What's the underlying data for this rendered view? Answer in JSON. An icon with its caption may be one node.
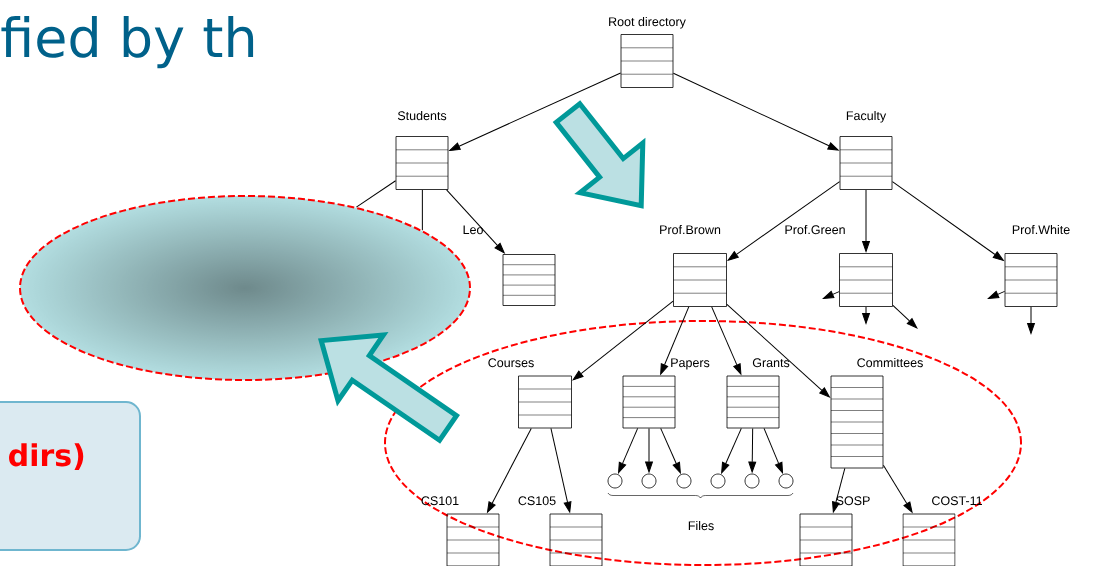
{
  "diagram": {
    "nodes": [
      {
        "text": [
          "Root directory"
        ]
      },
      {
        "text": [
          "Students"
        ]
      },
      {
        "text": [
          "Faculty"
        ]
      },
      {
        "text": [],
        "shape": "ellipse"
      },
      {
        "text": [
          "Leo"
        ]
      },
      {
        "text": [
          "Prof.Brown"
        ]
      },
      {
        "text": [
          "Prof.Green"
        ]
      },
      {
        "text": [
          "Prof.White"
        ]
      },
      {
        "text": [],
        "shape": "ellipse"
      },
      {
        "text": [
          "Courses"
        ],
        "in": 8
      },
      {
        "text": [
          "Papers"
        ],
        "in": 8
      },
      {
        "text": [
          "Grants"
        ],
        "in": 8
      },
      {
        "text": [
          "Committees"
        ],
        "in": 8
      },
      {
        "text": [],
        "shape": "circle",
        "in": 8
      },
      {
        "text": [],
        "shape": "circle",
        "in": 8
      },
      {
        "text": [],
        "shape": "circle",
        "in": 8
      },
      {
        "text": [],
        "shape": "circle",
        "in": 8
      },
      {
        "text": [],
        "shape": "circle",
        "in": 8
      },
      {
        "text": [],
        "shape": "circle",
        "in": 8
      },
      {
        "text": [
          "CS101"
        ],
        "in": 8
      },
      {
        "text": [
          "CS105"
        ],
        "in": 8
      },
      {
        "text": [
          "SOSP"
        ],
        "in": 8
      },
      {
        "text": [
          "COST-11"
        ],
        "in": 8
      },
      {
        "text": [
          "dirs)"
        ]
      }
    ],
    "edges": [
      {
        "from": 0,
        "to": 1,
        "arrow": "to"
      },
      {
        "from": 0,
        "to": 2,
        "arrow": "to"
      },
      {
        "from": 1,
        "to": 3,
        "arrow": "none"
      },
      {
        "from": 1,
        "to": 3,
        "arrow": "none"
      },
      {
        "from": 1,
        "to": 4,
        "arrow": "to"
      },
      {
        "from": 2,
        "to": 5,
        "arrow": "to"
      },
      {
        "from": 2,
        "to": 6,
        "arrow": "to"
      },
      {
        "from": 2,
        "to": 7,
        "arrow": "to"
      },
      {
        "from": 6,
        "to": null,
        "arrow": "to"
      },
      {
        "from": 6,
        "to": null,
        "arrow": "to"
      },
      {
        "from": 6,
        "to": null,
        "arrow": "to"
      },
      {
        "from": 7,
        "to": null,
        "arrow": "to"
      },
      {
        "from": 7,
        "to": null,
        "arrow": "to"
      },
      {
        "from": 5,
        "to": 9,
        "arrow": "to"
      },
      {
        "from": 5,
        "to": 10,
        "arrow": "to"
      },
      {
        "from": 5,
        "to": 11,
        "arrow": "to"
      },
      {
        "from": 5,
        "to": 12,
        "arrow": "to"
      },
      {
        "from": 9,
        "to": 19,
        "arrow": "to"
      },
      {
        "from": 9,
        "to": 20,
        "arrow": "to"
      },
      {
        "from": 10,
        "to": 13,
        "arrow": "to"
      },
      {
        "from": 10,
        "to": 14,
        "arrow": "to"
      },
      {
        "from": 10,
        "to": 15,
        "arrow": "to"
      },
      {
        "from": 11,
        "to": 16,
        "arrow": "to"
      },
      {
        "from": 11,
        "to": 17,
        "arrow": "to"
      },
      {
        "from": 11,
        "to": 18,
        "arrow": "to"
      },
      {
        "from": 12,
        "to": 21,
        "arrow": "to"
      },
      {
        "from": 12,
        "to": 22,
        "arrow": "to"
      },
      {
        "from": null,
        "to": 5,
        "arrow": "to",
        "style": "thick",
        "color": "#009999"
      },
      {
        "from": 8,
        "to": 3,
        "arrow": "to",
        "style": "thick",
        "color": "#009999"
      }
    ],
    "labels": [
      "fied by th",
      "Files"
    ]
  }
}
